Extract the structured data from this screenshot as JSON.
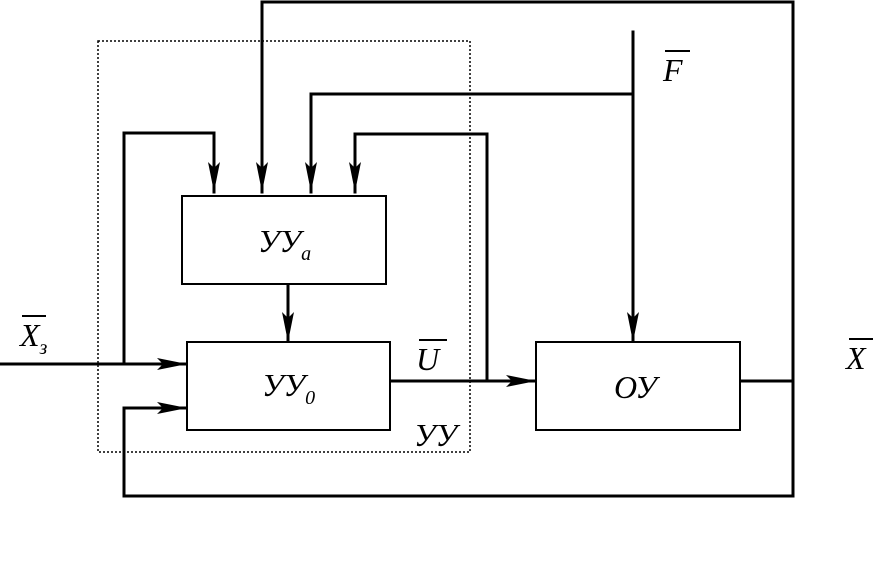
{
  "blocks": {
    "control_unit_a": {
      "main": "УУ",
      "sub": "а"
    },
    "control_unit_0": {
      "main": "УУ",
      "sub": "0"
    },
    "object": {
      "main": "ОУ"
    }
  },
  "region": {
    "label": "УУ"
  },
  "signals": {
    "setpoint": {
      "main": "X",
      "sub": "з"
    },
    "disturbance": {
      "main": "F"
    },
    "control": {
      "main": "U"
    },
    "output": {
      "main": "X"
    }
  }
}
